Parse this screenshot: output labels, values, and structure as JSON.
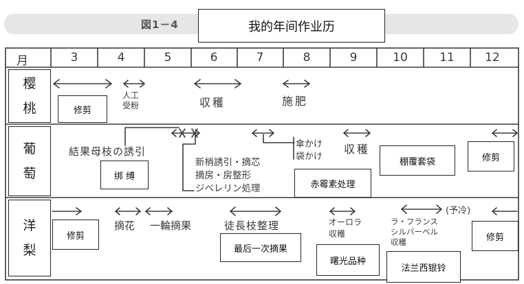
{
  "figure_label": "図1－4",
  "title": "我的年间作业历",
  "header": {
    "month_label": "月",
    "months": [
      "3",
      "4",
      "5",
      "6",
      "7",
      "8",
      "9",
      "10",
      "11",
      "12"
    ]
  },
  "rows": {
    "cherry": {
      "label": [
        "樱",
        "桃"
      ],
      "tasks": [
        "人工\n受粉",
        "収穫",
        "施肥"
      ],
      "notes": [
        "修剪"
      ]
    },
    "grape": {
      "label": [
        "葡",
        "萄"
      ],
      "tasks": [
        "結果母枝の誘引",
        "新梢誘引・摘芯\n摘房・房整形\nジベレリン処理",
        "傘かけ\n袋かけ",
        "収穫"
      ],
      "notes": [
        "绑 缚",
        "赤霉素处理",
        "棚覆套袋",
        "修剪"
      ]
    },
    "pear": {
      "label": [
        "洋",
        "梨"
      ],
      "tasks": [
        "摘花",
        "一輪摘果",
        "徒長枝整理",
        "オーロラ\n収穫",
        "ラ・フランス\nシルバーベル\n収穫",
        "(予冷)"
      ],
      "notes": [
        "修剪",
        "最后一次摘果",
        "曙光品种",
        "法兰西银铃",
        "修剪"
      ]
    }
  }
}
